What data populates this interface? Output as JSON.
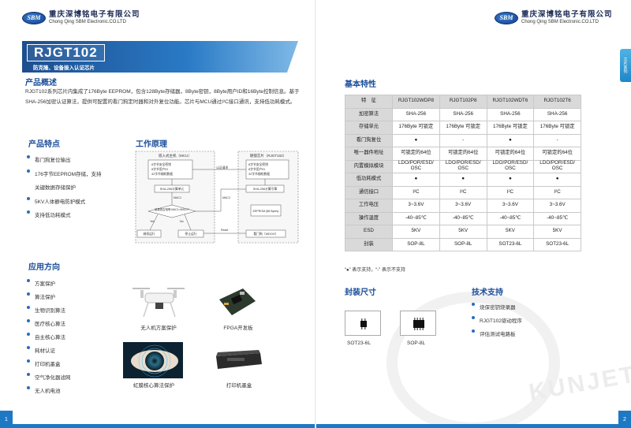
{
  "header": {
    "logo_text": "SBM",
    "company_cn": "重庆深博铭电子有限公司",
    "company_en": "Chong Qing SBM Electronic.CO.LTD"
  },
  "side_tab": "芯片系列",
  "banner": {
    "title": "RJGT102",
    "subtitle": "防克隆、设备接入认证芯片"
  },
  "overview": {
    "heading": "产品概述",
    "text": "RJGT102系列芯片内集成了176Byte EEPROM，包含128Byte存储器，8Byte密钥，8Byte用户ID和16Byte控制信息。基于SHA-256加密认证算法，提供可配置的看门狗定时器和对外复位功能。芯片与MCU通过I²C接口通讯，支持低功耗模式。"
  },
  "features": {
    "heading": "产品特点",
    "items": [
      "看门狗复位输出",
      "176字节EEPROM存储，支持",
      "关键数据存储保护",
      "5KV人体静电防护模式",
      "支持低功耗模式"
    ]
  },
  "flow": {
    "heading": "工作原理",
    "left_box_title": "嵌入式主机（MCU）",
    "right_box_title": "随镜芯片（RJGT102）",
    "left_inner": [
      "8字节安全密钥",
      "8字节用户ID",
      "32字节随机数据"
    ],
    "right_inner": [
      "8字节安全密钥",
      "8字节用户ID",
      "32字节随机数据"
    ],
    "left_sha": "SHA-256计算单元",
    "right_sha": "SHA-256计算引擎",
    "decision": "结果是否相等 MAC1=MAC2?",
    "yes": "Yes",
    "no": "No",
    "ok_box": "继续运行",
    "stop_box": "停止运行",
    "eeprom": "EEPROM (88 Bytes)",
    "watchdog": "看门狗（WDOG）",
    "mac1": "MAC1",
    "mac2": "MAC2",
    "reset": "Reset",
    "challenge": "认证请求"
  },
  "applications": {
    "heading": "应用方向",
    "items": [
      "方案保护",
      "算法保护",
      "生物识别算法",
      "医疗核心算法",
      "自主核心算法",
      "耗材认证",
      "打印机墨盒",
      "空气净化器滤网",
      "无人机电池"
    ]
  },
  "photos": {
    "drone": "无人机方案保护",
    "fpga": "FPGA开发板",
    "iris": "虹膜核心算法保护",
    "printer": "打印机墨盒"
  },
  "specs": {
    "heading": "基本特性",
    "columns": [
      "特　征",
      "RJGT102WDP8",
      "RJGT102P8",
      "RJGT102WDT6",
      "RJGT102T6"
    ],
    "rows": [
      [
        "加密算法",
        "SHA-256",
        "SHA-256",
        "SHA-256",
        "SHA-256"
      ],
      [
        "存储单元",
        "176Byte 可锁定",
        "176Byte 可锁定",
        "176Byte 可锁定",
        "176Byte 可锁定"
      ],
      [
        "看门狗复位",
        "●",
        "-",
        "●",
        "-"
      ],
      [
        "唯一器件地址",
        "可锁定的64位",
        "可锁定的64位",
        "可锁定的64位",
        "可锁定的64位"
      ],
      [
        "内置模拟模块",
        "LDO/POR/ESD/ OSC",
        "LDO/POR/ESD/ OSC",
        "LDO/POR/ESD/ OSC",
        "LDO/POR/ESD/ OSC"
      ],
      [
        "低功耗模式",
        "●",
        "●",
        "●",
        "●"
      ],
      [
        "通信接口",
        "I²C",
        "I²C",
        "I²C",
        "I²C"
      ],
      [
        "工作电压",
        "3~3.6V",
        "3~3.6V",
        "3~3.6V",
        "3~3.6V"
      ],
      [
        "操作温度",
        "-40~85℃",
        "-40~85℃",
        "-40~85℃",
        "-40~85℃"
      ],
      [
        "ESD",
        "5KV",
        "5KV",
        "5KV",
        "5KV"
      ],
      [
        "封装",
        "SOP-8L",
        "SOP-8L",
        "SOT23-6L",
        "SOT23-6L"
      ]
    ],
    "note": "“●” 表示支持，“-” 表示不支持"
  },
  "package": {
    "heading": "封装尺寸",
    "items": [
      "SOT23-6L",
      "SOP-8L"
    ]
  },
  "support": {
    "heading": "技术支持",
    "items": [
      "烧保密钥烧录器",
      "RJGT102驱动程序",
      "评估测试电路板"
    ]
  },
  "watermark": "KUNJET",
  "page_numbers": [
    "1",
    "2"
  ],
  "colors": {
    "brand": "#1b4d9a",
    "accent": "#1d79c4"
  }
}
